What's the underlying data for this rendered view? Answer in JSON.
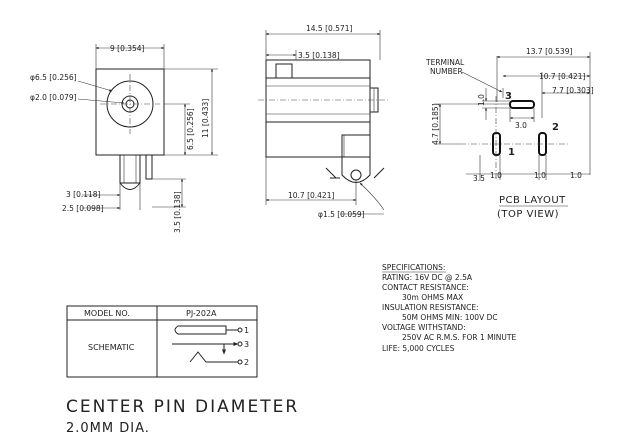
{
  "front_view": {
    "width": "9 [0.354]",
    "outer_dia": "φ6.5 [0.256]",
    "pin_dia": "φ2.0 [0.079]",
    "center_height": "6.5 [0.256]",
    "height": "11 [0.433]",
    "pin_offset": "3 [0.118]",
    "pin_width": "2.5 [0.098]",
    "pin_length": "3.5 [0.138]"
  },
  "side_view": {
    "length": "14.5 [0.571]",
    "front_len": "3.5 [0.138]",
    "back_pin": "10.7 [0.421]",
    "pin_dia": "φ1.5 [0.059]"
  },
  "pcb_layout": {
    "terminal_label_1": "TERMINAL",
    "terminal_label_2": "NUMBER",
    "dim_13_7": "13.7 [0.539]",
    "dim_10_7": "10.7 [0.421]",
    "dim_7_7": "7.7 [0.303]",
    "dim_4_7": "4.7 [0.185]",
    "dim_3_0": "3.0",
    "dim_1_0_v": "1.0",
    "dim_3_5": "3.5",
    "dim_1_0_a": "1.0",
    "dim_1_0_b": "1.0",
    "dim_1_0_c": "1.0",
    "term_1": "1",
    "term_2": "2",
    "term_3": "3",
    "title": "PCB LAYOUT",
    "subtitle": "(TOP VIEW)"
  },
  "specifications": {
    "heading": "SPECIFICATIONS:",
    "lines": [
      "RATING: 16V DC @ 2.5A",
      "CONTACT RESISTANCE:",
      "30m OHMS MAX",
      "INSULATION RESISTANCE:",
      "50M OHMS MIN: 100V DC",
      "VOLTAGE WITHSTAND:",
      "250V AC R.M.S. FOR 1 MINUTE",
      "LIFE: 5,000 CYCLES"
    ]
  },
  "model_table": {
    "header_model": "MODEL NO.",
    "header_part": "PJ-202A",
    "row_label": "SCHEMATIC",
    "pin_1": "1",
    "pin_2": "2",
    "pin_3": "3"
  },
  "footer": {
    "title": "CENTER PIN DIAMETER",
    "value": "2.0MM DIA."
  }
}
